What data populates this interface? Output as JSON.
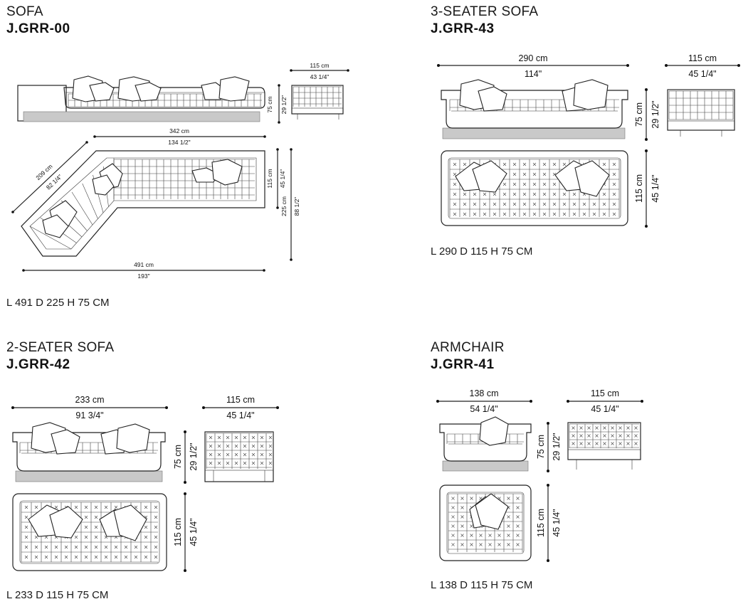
{
  "panels": {
    "sofa": {
      "title": "SOFA",
      "code": "J.GRR-00",
      "spec": "L 491 D 225 H 75 CM",
      "dims": {
        "side_depth_cm": "115 cm",
        "side_depth_in": "43 1/4\"",
        "height_cm": "75 cm",
        "height_in": "29 1/2\"",
        "top_width_cm": "342 cm",
        "top_width_in": "134 1/2\"",
        "diag_cm": "209 cm",
        "diag_in": "82 1/4\"",
        "seat_depth_cm": "115 cm",
        "seat_depth_in": "45 1/4\"",
        "total_depth_cm": "225 cm",
        "total_depth_in": "88 1/2\"",
        "total_width_cm": "491 cm",
        "total_width_in": "193\""
      }
    },
    "three_seater": {
      "title": "3-SEATER SOFA",
      "code": "J.GRR-43",
      "spec": "L 290 D 115 H 75 CM",
      "dims": {
        "width_cm": "290 cm",
        "width_in": "114\"",
        "side_depth_cm": "115 cm",
        "side_depth_in": "45 1/4\"",
        "height_cm": "75 cm",
        "height_in": "29 1/2\"",
        "depth_cm": "115 cm",
        "depth_in": "45 1/4\""
      }
    },
    "two_seater": {
      "title": "2-SEATER SOFA",
      "code": "J.GRR-42",
      "spec": "L 233 D 115 H 75 CM",
      "dims": {
        "width_cm": "233 cm",
        "width_in": "91 3/4\"",
        "side_depth_cm": "115 cm",
        "side_depth_in": "45 1/4\"",
        "height_cm": "75 cm",
        "height_in": "29 1/2\"",
        "depth_cm": "115 cm",
        "depth_in": "45 1/4\""
      }
    },
    "armchair": {
      "title": "ARMCHAIR",
      "code": "J.GRR-41",
      "spec": "L 138 D 115 H 75 CM",
      "dims": {
        "width_cm": "138 cm",
        "width_in": "54 1/4\"",
        "side_depth_cm": "115 cm",
        "side_depth_in": "45 1/4\"",
        "height_cm": "75 cm",
        "height_in": "29 1/2\"",
        "depth_cm": "115 cm",
        "depth_in": "45 1/4\""
      }
    }
  }
}
